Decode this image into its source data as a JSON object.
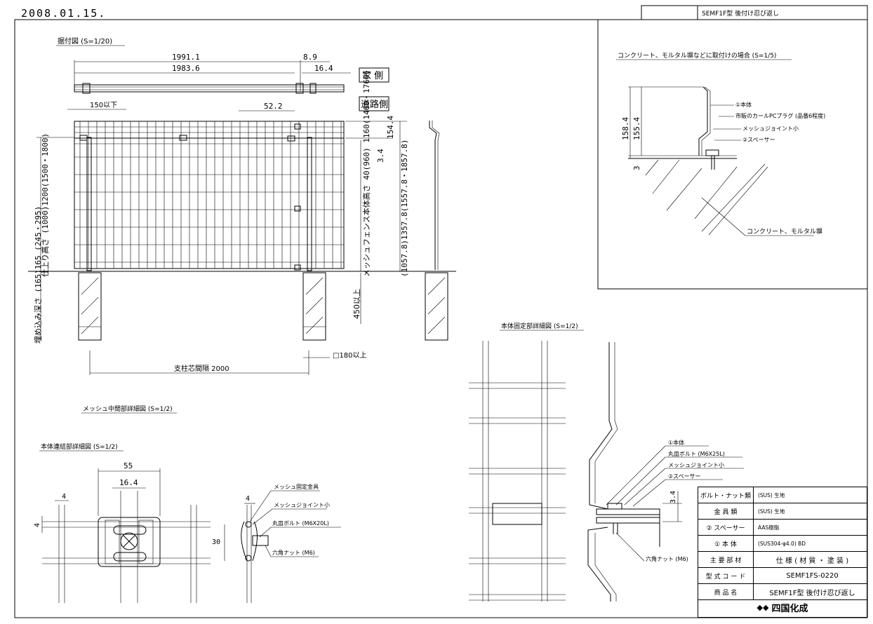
{
  "header": {
    "date": "2008.01.15.",
    "model": "SEMF1F型 後付け忍び返し"
  },
  "views": {
    "front": {
      "title": "据付図 (S=1/20)",
      "dims": {
        "d1991": "1991.1",
        "d89": "8.9",
        "d1983": "1983.6",
        "d164": "16.4",
        "d150": "150以下",
        "d522": "52.2",
        "d1544": "154.4",
        "d34": "3.4",
        "d450": "450以上",
        "d180": "□180以上",
        "pitch": "支柱芯間隔 2000"
      },
      "labels": {
        "house": "家 側",
        "road": "道路側",
        "heights_left": "仕上り高さ (1000)1200(1500・1800)",
        "embed": "埋め込み深さ (165)165 (245・295)",
        "mesh_height": "メッシュフェンス本体高さ 40(960) 1160(1460・1760)",
        "total_right": "(1057.8)1357.8(1557.8・1857.8)"
      }
    },
    "concrete": {
      "title": "コンクリート、モルタル塀などに取付けの場合 (S=1/5)",
      "dims": {
        "h1584": "158.4",
        "h1554": "155.4",
        "h3": "3"
      },
      "callouts": [
        "①本体",
        "市販のカールPCプラグ (品番6程度)",
        "メッシュジョイント小",
        "②スペーサー"
      ],
      "wall_label": "コンクリート、モルタル塀"
    },
    "fix_detail": {
      "title": "本体固定部詳細図 (S=1/2)",
      "callouts": [
        "①本体",
        "丸皿ボルト (M6X25L)",
        "メッシュジョイント小",
        "②スペーサー"
      ],
      "nut_label": "六角ナット (M6)",
      "dim": "3.4"
    },
    "mesh_mid": {
      "title": "メッシュ中間部詳細図 (S=1/2)"
    },
    "joint_detail": {
      "title": "本体連結部詳細図 (S=1/2)",
      "dims": {
        "d55": "55",
        "d164": "16.4",
        "d4a": "4",
        "d4b": "4",
        "d30": "30",
        "d4c": "4"
      },
      "callouts": [
        "メッシュ固定金具",
        "メッシュジョイント小",
        "丸皿ボルト (M6X20L)",
        "六角ナット (M6)"
      ]
    }
  },
  "title_block": {
    "rows": [
      {
        "label": "ボルト・ナット類",
        "value": "(SUS) 生地"
      },
      {
        "label": "金 具 類",
        "value": "(SUS) 生地"
      },
      {
        "label": "② スペーサー",
        "value": "AAS樹脂"
      },
      {
        "label": "① 本 体",
        "value": "(SUS304-φ4.0) BD"
      },
      {
        "label": "主 要 部 材",
        "value": "仕 様 ( 材 質 ・ 塗 装 )"
      },
      {
        "label": "型 式 コ ー ド",
        "value": "SEMF1FS-0220"
      },
      {
        "label": "商 品 名",
        "value": "SEMF1F型 後付け忍び返し"
      }
    ],
    "company": "四国化成"
  }
}
